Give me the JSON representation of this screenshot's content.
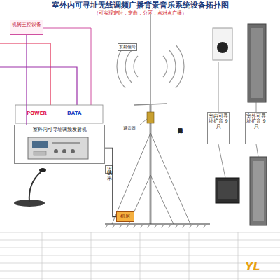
{
  "diagram": {
    "title": "室外内可寻址无线调频广播背景音乐系统设备拓扑图",
    "nodes": [
      {
        "text": [
          "机房主控设备"
        ]
      },
      {
        "text": [
          "室外内可寻址调频发射机"
        ]
      },
      {
        "text": [
          "室内可寻址扩音 9只"
        ]
      },
      {
        "text": [
          "室外可寻址扩音 9只"
        ]
      },
      {
        "text": [
          "机房"
        ]
      }
    ],
    "edges": [
      {
        "from": 0,
        "to": 1,
        "arrow": "none"
      },
      {
        "from": 1,
        "to": 4,
        "arrow": "none"
      }
    ],
    "labels": [
      "（可实现定时，定曲，分区，点对点广播）",
      "POWER",
      "DATA",
      "馈线30米",
      "避雷器",
      "发射信号",
      "四平方电源线接地避雷网",
      "YL"
    ]
  }
}
